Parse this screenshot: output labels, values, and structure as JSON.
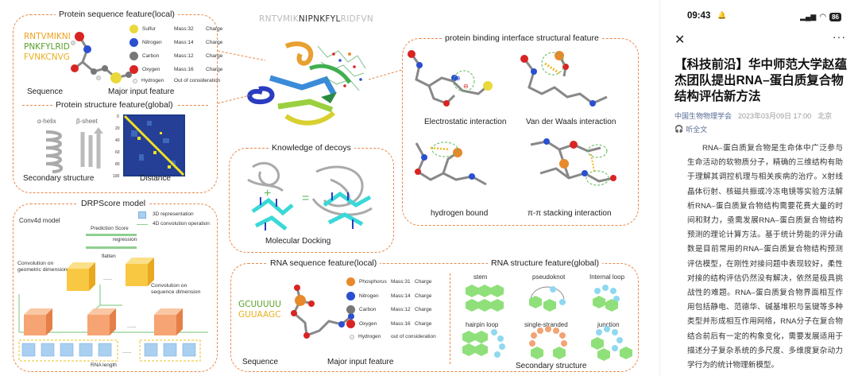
{
  "figure": {
    "protein_seq": {
      "title": "Protein sequence feature(local)",
      "sequence_lines": [
        "RNTVMIKNI",
        "PNKFYLRID",
        "FVNKCNVG"
      ],
      "sequence_label": "Sequence",
      "major_label": "Major input feature",
      "legend": [
        {
          "name": "Sulfur",
          "mass": "Mass:32",
          "extra": "Charge",
          "color": "#e9d93a"
        },
        {
          "name": "Nitrogen",
          "mass": "Mass:14",
          "extra": "Charge",
          "color": "#2a4fd0"
        },
        {
          "name": "Carbon",
          "mass": "Mass:12",
          "extra": "Charge",
          "color": "#777777"
        },
        {
          "name": "Oxygen",
          "mass": "Mass:16",
          "extra": "Charge",
          "color": "#d92424"
        },
        {
          "name": "Hydrogen",
          "mass": "",
          "extra": "Out of consideration",
          "color": "#eeeeee"
        }
      ]
    },
    "protein_struct": {
      "title": "Protein structure feature(global)",
      "helix": "α-helix",
      "sheet": "β-sheet",
      "secondary": "Secondary structure",
      "distance": "Distance",
      "ticks": [
        "0",
        "20",
        "40",
        "60",
        "80",
        "100"
      ]
    },
    "drp": {
      "title": "DRPScore model",
      "conv4d": "Conv4d model",
      "legend_3d": "3D representation",
      "legend_4d": "4D convolution operation",
      "prediction": "Prediction Score",
      "regression": "regression",
      "flatten": "flatten",
      "conv_geo": "Convolution on geometric dimension",
      "conv_seq": "Convolution on sequence dimension",
      "rna_length": "RNA length",
      "dots": "......"
    },
    "top_sequence": {
      "pre": "RNTVMIK",
      "mid": "NIPNKFYL",
      "post": "RIDFVN"
    },
    "decoys": {
      "title": "Knowledge of decoys",
      "docking": "Molecular Docking"
    },
    "binding": {
      "title": "protein binding interface structural feature",
      "items": [
        "Electrostatic interaction",
        "Van der Waals interaction",
        "hydrogen bound",
        "π-π stacking interaction"
      ]
    },
    "rna_seq": {
      "title": "RNA sequence feature(local)",
      "sequence_lines": [
        "GCUUUUU",
        "GUUAAGC"
      ],
      "sequence_label": "Sequence",
      "major_label": "Major input feature",
      "legend": [
        {
          "name": "Phosphorus",
          "mass": "Mass:31",
          "extra": "Charge",
          "color": "#e8892c"
        },
        {
          "name": "Nitrogen",
          "mass": "Mass:14",
          "extra": "Charge",
          "color": "#2a4fd0"
        },
        {
          "name": "Carbon",
          "mass": "Mass:12",
          "extra": "Charge",
          "color": "#777777"
        },
        {
          "name": "Oxygen",
          "mass": "Mass:16",
          "extra": "Charge",
          "color": "#d92424"
        },
        {
          "name": "Hydrogen",
          "mass": "",
          "extra": "out of consideration",
          "color": "#eeeeee"
        }
      ]
    },
    "rna_struct": {
      "title": "RNA structure feature(global)",
      "items": [
        "stem",
        "pseudoknot",
        "Internal loop",
        "hairpin loop",
        "single-stranded",
        "junction"
      ],
      "secondary": "Secondary structure"
    }
  },
  "phone": {
    "time": "09:43",
    "battery": "86",
    "close": "✕",
    "more": "···",
    "title": "【科技前沿】华中师范大学赵蕴杰团队提出RNA–蛋白质复合物结构评估新方法",
    "author": "中国生物物理学会",
    "date": "2023年03月09日 17:00",
    "location": "北京",
    "listen": "听全文",
    "body": "RNA–蛋白质复合物是生命体中广泛参与生命活动的软物质分子，精确的三维结构有助于理解其调控机理与相关疾病的治疗。X射线晶体衍射、核磁共振或冷冻电镜等实验方法解析RNA–蛋白质复合物结构需要花费大量的时间和财力，亟需发展RNA–蛋白质复合物结构预测的理论计算方法。基于统计势能的评分函数是目前常用的RNA–蛋白质复合物结构预测评估模型，在刚性对接问题中表现较好，柔性对接的结构评估仍然没有解决，依然是极具挑战性的难题。RNA–蛋白质复合物界面相互作用包括静电、范德华、碱基堆积与氢键等多种类型并形成相互作用网络，RNA分子在复合物结合前后有一定的构象变化，需要发展适用于描述分子复杂系统的多尺度、多维度复杂动力学行为的统计物理新模型。",
    "colors": {
      "link": "#576b95",
      "meta": "#999999",
      "accent": "#e8894a"
    }
  }
}
